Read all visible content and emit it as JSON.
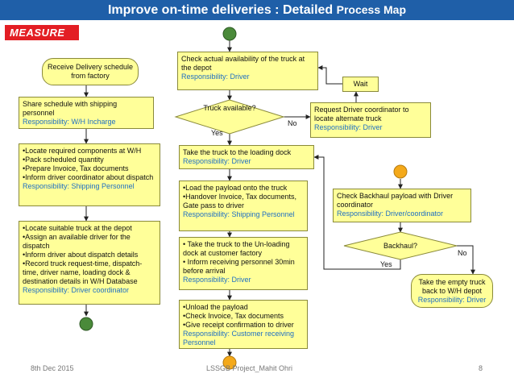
{
  "title": {
    "main": "Improve on-time deliveries : Detailed",
    "tail": "Process Map"
  },
  "badge": "MEASURE",
  "left": {
    "receive": "Receive Delivery schedule from factory",
    "share": {
      "text": "Share schedule with shipping personnel",
      "resp": "Responsibility: W/H Incharge"
    },
    "locate": {
      "items": [
        "•Locate required components at W/H",
        "•Pack scheduled quantity",
        "•Prepare Invoice, Tax documents",
        "•Inform driver coordinator about dispatch"
      ],
      "resp": "Responsibility: Shipping  Personnel"
    },
    "truck": {
      "items": [
        "•Locate suitable truck at the depot",
        "•Assign an available driver for the dispatch",
        "•Inform driver about dispatch details",
        "•Record truck request-time, dispatch-time, driver name, loading dock & destination details in W/H Database"
      ],
      "resp": "Responsibility: Driver coordinator"
    }
  },
  "middle": {
    "check": {
      "text": "Check actual availability of the truck at the depot",
      "resp": "Responsibility: Driver"
    },
    "decision": "Truck available?",
    "yes": "Yes",
    "no": "No",
    "take_dock": {
      "text": "Take the truck to the loading dock",
      "resp": "Responsibility: Driver"
    },
    "load": {
      "items": [
        "•Load the payload onto the truck",
        "•Handover Invoice, Tax documents, Gate pass to driver"
      ],
      "resp": "Responsibility: Shipping Personnel"
    },
    "unload_dock": {
      "items": [
        "• Take the truck to the Un-loading dock at customer factory",
        "• Inform receiving personnel 30min before arrival"
      ],
      "resp": "Responsibility: Driver"
    },
    "unload": {
      "items": [
        "•Unload the payload",
        "•Check Invoice, Tax documents",
        "•Give receipt confirmation to driver"
      ],
      "resp": "Responsibility: Customer receiving Personnel"
    }
  },
  "right": {
    "wait": "Wait",
    "request": {
      "text": "Request Driver coordinator to locate alternate truck",
      "resp": "Responsibility: Driver"
    },
    "backhaul_check": {
      "text": "Check Backhaul payload with Driver coordinator",
      "resp": "Responsibility: Driver/coordinator"
    },
    "decision": "Backhaul?",
    "yes": "Yes",
    "no": "No",
    "empty": {
      "text": "Take the empty truck back to W/H depot",
      "resp": "Responsibility: Driver"
    }
  },
  "footer": {
    "date": "8th Dec 2015",
    "project": "LSSGB Project_Mahit Ohri",
    "page": "8"
  },
  "colors": {
    "title_bg": "#1f5fa8",
    "badge_bg": "#e31e24",
    "box_fill": "#ffff99",
    "start_circle": "#4a8a3a",
    "end_circle": "#f4a91a",
    "resp_text": "#1f6fc2"
  }
}
